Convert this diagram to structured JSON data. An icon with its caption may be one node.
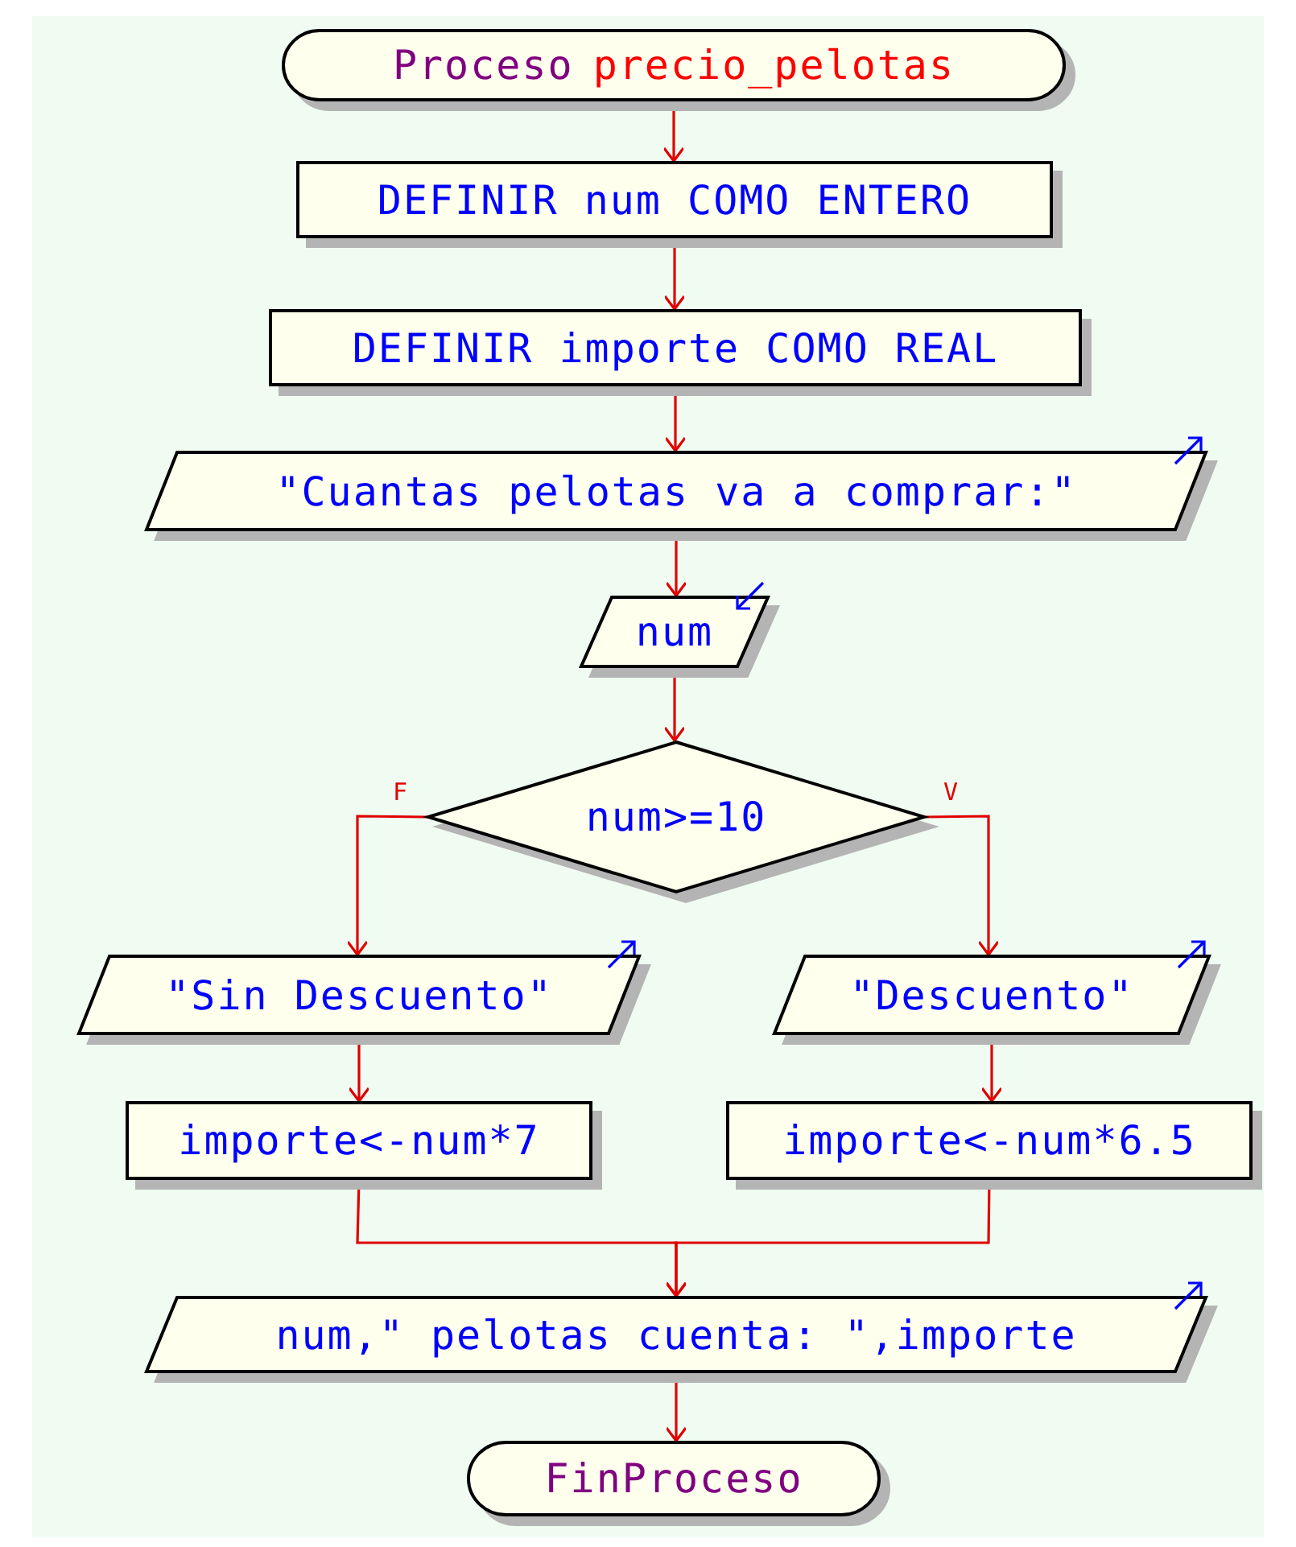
{
  "diagram": {
    "nodes": [
      {
        "text": [
          "Proceso",
          "precio_pelotas"
        ]
      },
      {
        "text": [
          "DEFINIR num COMO ENTERO"
        ]
      },
      {
        "text": [
          "DEFINIR importe COMO REAL"
        ]
      },
      {
        "text": [
          "\"Cuantas pelotas va a comprar:\""
        ]
      },
      {
        "text": [
          "num"
        ]
      },
      {
        "text": [
          "num>=10"
        ]
      },
      {
        "text": [
          "\"Sin Descuento\""
        ]
      },
      {
        "text": [
          "\"Descuento\""
        ]
      },
      {
        "text": [
          "importe<-num*7"
        ]
      },
      {
        "text": [
          "importe<-num*6.5"
        ]
      },
      {
        "text": [
          "num,\" pelotas cuenta: \",importe"
        ]
      },
      {
        "text": [
          "FinProceso"
        ]
      }
    ],
    "edges": [
      {
        "from": 0,
        "to": 1,
        "arrow": "to"
      },
      {
        "from": 1,
        "to": 2,
        "arrow": "to"
      },
      {
        "from": 2,
        "to": 3,
        "arrow": "to"
      },
      {
        "from": 3,
        "to": 4,
        "arrow": "to"
      },
      {
        "from": 4,
        "to": 5,
        "arrow": "to"
      },
      {
        "from": 5,
        "to": 6,
        "label": "F",
        "arrow": "to"
      },
      {
        "from": 5,
        "to": 7,
        "label": "V",
        "arrow": "to"
      },
      {
        "from": 6,
        "to": 8,
        "arrow": "to"
      },
      {
        "from": 7,
        "to": 9,
        "arrow": "to"
      },
      {
        "from": 8,
        "to": 10,
        "arrow": "to"
      },
      {
        "from": 9,
        "to": 10,
        "arrow": "to"
      },
      {
        "from": 10,
        "to": 11,
        "arrow": "to"
      }
    ]
  }
}
